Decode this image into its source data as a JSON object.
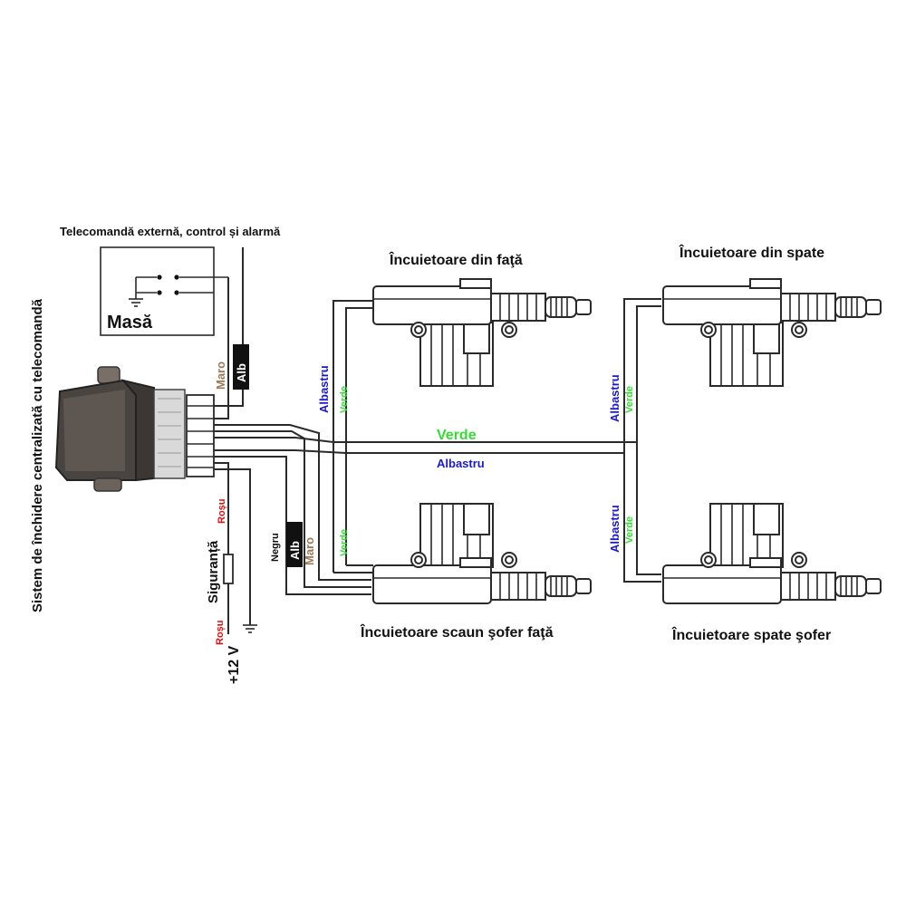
{
  "title_vertical": "Sistem de închidere centralizată cu telecomandă",
  "remote_box": {
    "title": "Telecomandă externă, control și alarmă",
    "ground_label": "Masă"
  },
  "control_wires": {
    "brown": "Maro",
    "white": "Alb"
  },
  "power": {
    "red_top": "Roșu",
    "fuse": "Siguranță",
    "red_bottom": "Roșu",
    "voltage": "+12 V",
    "black": "Negru",
    "white": "Alb",
    "brown": "Maro"
  },
  "bus": {
    "green": "Verde",
    "blue": "Albastru"
  },
  "actuators": {
    "front": "Încuietoare din faţă",
    "rear": "Încuietoare din spate",
    "driver_front": "Încuietoare scaun şofer faţă",
    "driver_rear": "Încuietoare spate şofer"
  },
  "branch_labels": {
    "blue": "Albastru",
    "green": "Verde"
  },
  "colors": {
    "brown": "#9a7a55",
    "blue": "#1a1acc",
    "green": "#33dd33",
    "red": "#dd1111",
    "wire": "#2a2a2a",
    "tag_bg": "#111111"
  }
}
